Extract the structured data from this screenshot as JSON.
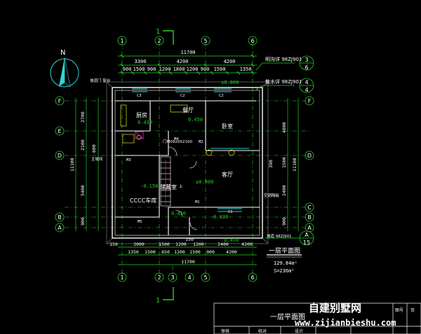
{
  "drawing": {
    "title": "一层平面图",
    "area_net": "129.84m²",
    "area_gross": "S=236m²",
    "north_label": "N"
  },
  "watermark": {
    "brand": "自建别墅网",
    "url": "www.zijianbieshu.com"
  },
  "section_marks": {
    "top": "1",
    "bottom": "1"
  },
  "axes": {
    "vertical": [
      "1",
      "2",
      "3",
      "5",
      "6"
    ],
    "horizontal": [
      "F",
      "E",
      "D",
      "C",
      "B",
      "A"
    ]
  },
  "dimensions": {
    "top_total": "11700",
    "top_spans": [
      "3300",
      "4200",
      "4200"
    ],
    "top_sub": [
      "900",
      "1500",
      "900",
      "1200",
      "1800",
      "1200",
      "900",
      "1500",
      "1350"
    ],
    "bottom_total": "11700",
    "bottom_spans": [
      "3000",
      "1500",
      "1200",
      "1200",
      "2400",
      "4200"
    ],
    "bottom_sub": [
      "150",
      "1350",
      "1500",
      "650",
      "1200",
      "1500",
      "900",
      "4200"
    ],
    "bottom_mid": [
      "150"
    ],
    "left": [
      "2700",
      "2100",
      "600",
      "5400",
      "900",
      "11100"
    ],
    "right": [
      "4800",
      "1500",
      "2400",
      "900",
      "11100",
      "390"
    ]
  },
  "rooms": {
    "kitchen": "厨房",
    "kitchen_level": "0.430",
    "dining": "餐厅",
    "dining_level": "0.450",
    "bedroom": "卧室",
    "living": "客厅",
    "living_level": "±0.000",
    "storage": "储藏室",
    "garage": "CCCC车库",
    "garage_level": "-0.150",
    "hall_level": "0.450",
    "porch_level": "-0.030",
    "front_level": "-0.450",
    "top_level": "±0.000"
  },
  "annotations": {
    "window_detail": "明沟详 98ZJ901",
    "drain_detail": "散水详 98ZJ901",
    "detail_ref_top": [
      "3",
      "6"
    ],
    "detail_ref_mid": [
      "4",
      "4"
    ],
    "slope_note": "坡道 98ZJ901",
    "slope_ref": [
      "A",
      "15"
    ],
    "door_note": "门M0920X2100",
    "stair_note": "坡道门 窗台",
    "ac_note": "空调隔板",
    "stairs_label": "上",
    "entry_note": "主坡间",
    "labels": [
      "C3",
      "C2",
      "C2",
      "C1",
      "M1",
      "M2",
      "M5",
      "M3",
      "M4"
    ]
  },
  "title_block": {
    "company": "一层平面图",
    "cells": [
      "审核",
      "校对",
      "设计",
      "图号",
      "页"
    ]
  }
}
